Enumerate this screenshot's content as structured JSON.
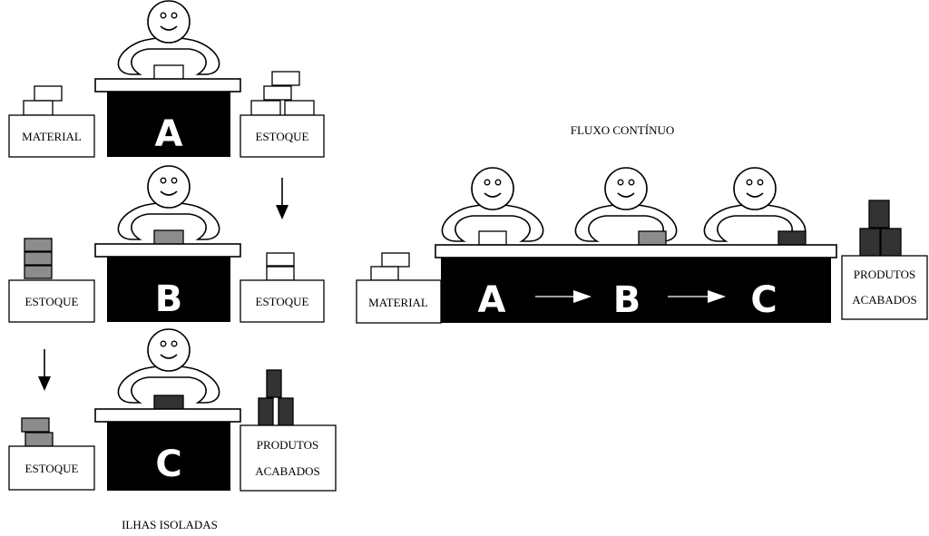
{
  "isolated_islands": {
    "caption": "ILHAS ISOLADAS",
    "stations": [
      {
        "letter": "A",
        "left_box": "MATERIAL",
        "right_box": "ESTOQUE"
      },
      {
        "letter": "B",
        "left_box": "ESTOQUE",
        "right_box": "ESTOQUE"
      },
      {
        "letter": "C",
        "left_box": "ESTOQUE",
        "right_box_line1": "PRODUTOS",
        "right_box_line2": "ACABADOS"
      }
    ]
  },
  "continuous_flow": {
    "caption": "FLUXO CONTÍNUO",
    "material_box": "MATERIAL",
    "letters": [
      "A",
      "B",
      "C"
    ],
    "products_line1": "PRODUTOS",
    "products_line2": "ACABADOS"
  },
  "colors": {
    "background": "#ffffff",
    "line": "#000000",
    "station": "#000000",
    "part_raw": "#ffffff",
    "part_mid": "#8c8c8c",
    "part_done": "#333333"
  }
}
